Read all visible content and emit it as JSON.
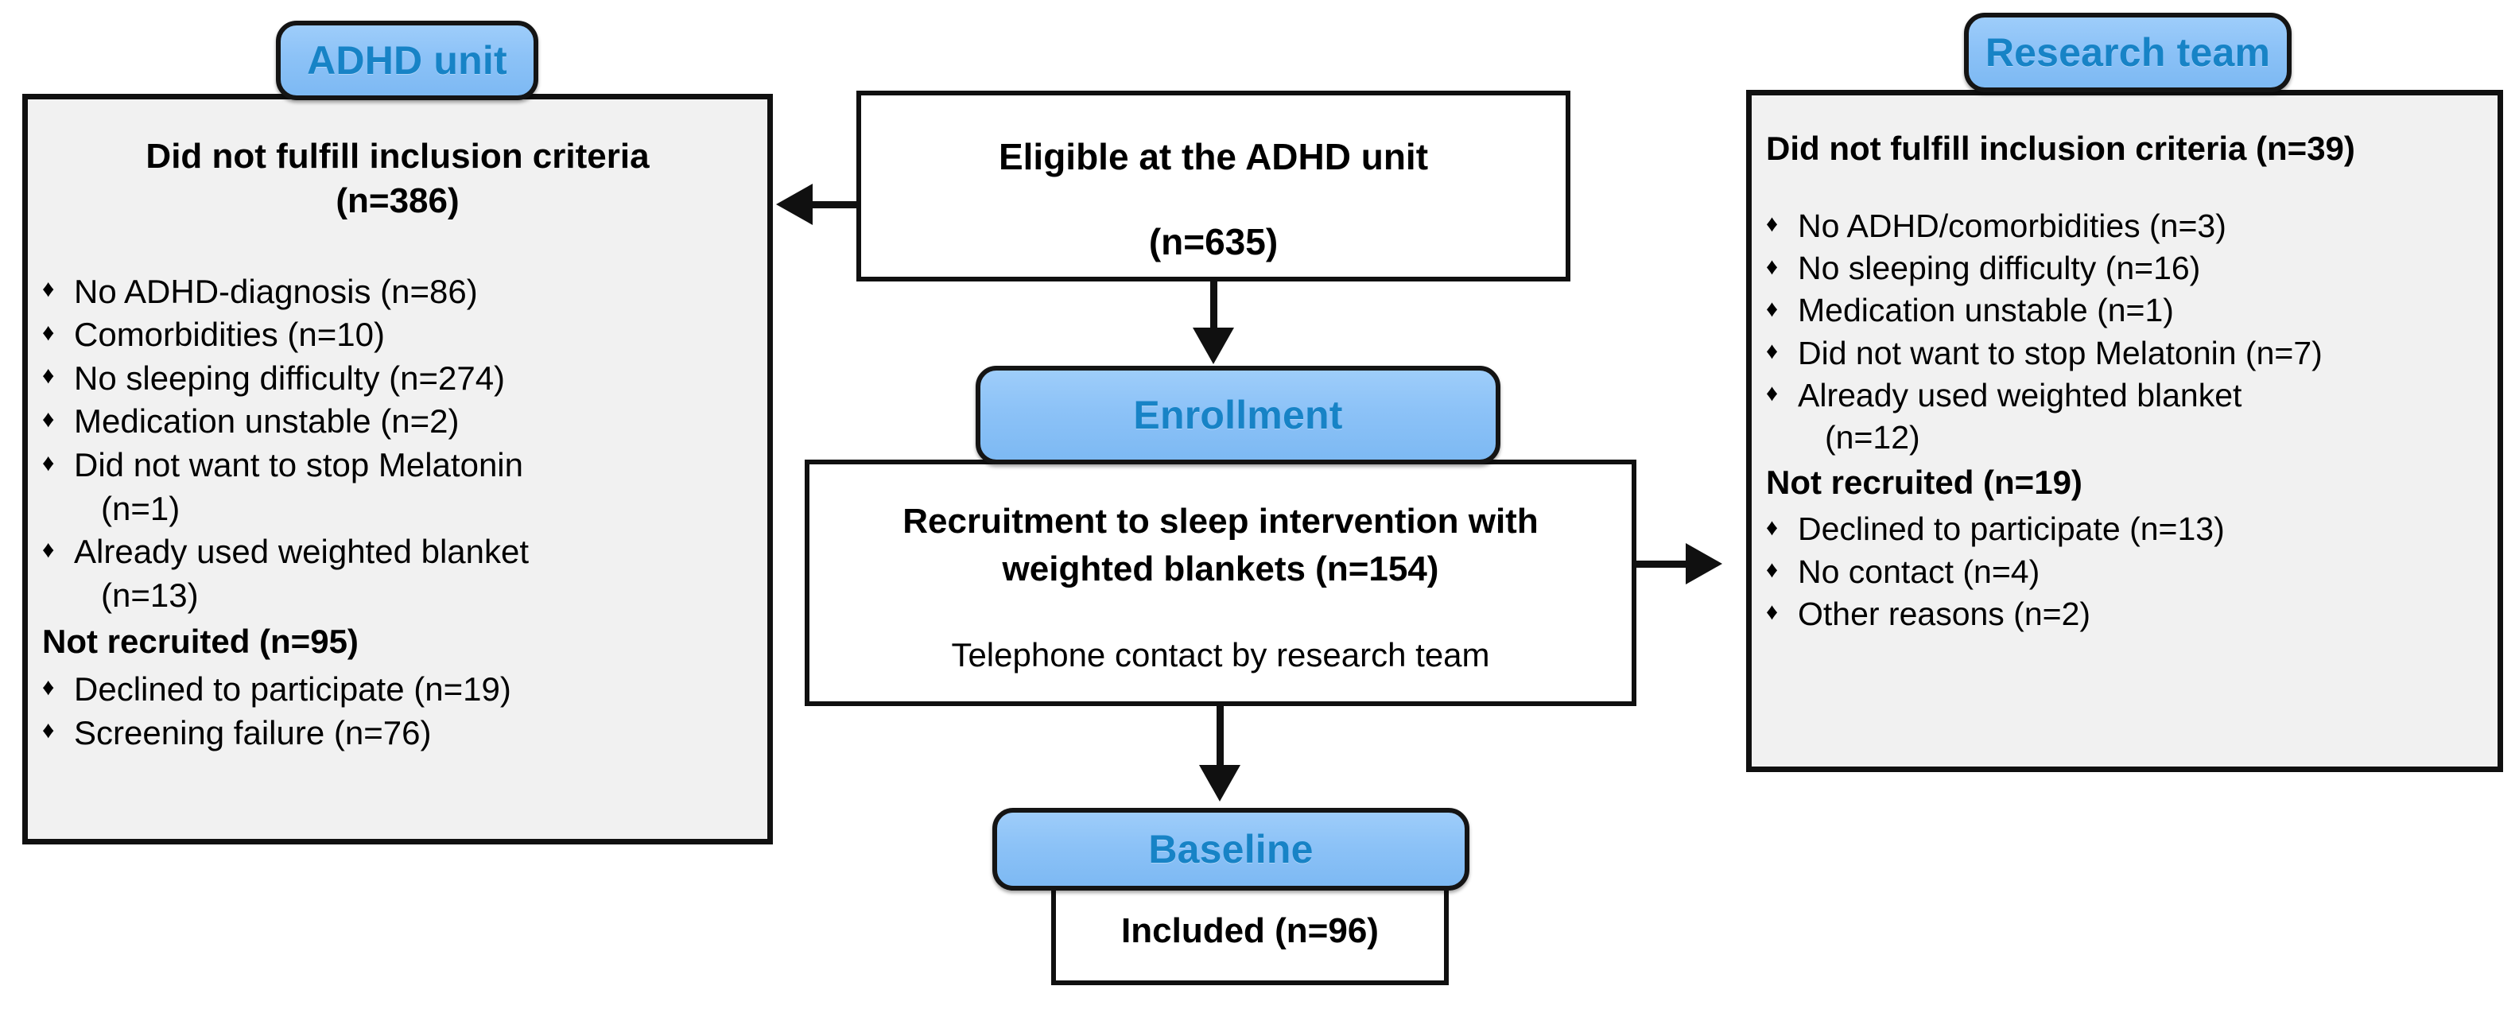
{
  "diagram": {
    "title": "ADHD weighted blanket sleep intervention CONSORT-style flow chart",
    "accent_blue_fill": "#8cc2f7",
    "accent_blue_text": "#1783c6",
    "panel_fill": "#f1f1f1",
    "border_color": "#101010",
    "bullet_glyph": "♦"
  },
  "left_panel": {
    "tab_label": "ADHD unit",
    "heading_line1": "Did not fulfill inclusion criteria",
    "heading_line2": "(n=386)",
    "items": [
      {
        "text": "No ADHD-diagnosis (n=86)",
        "cont": ""
      },
      {
        "text": "Comorbidities (n=10)",
        "cont": ""
      },
      {
        "text": "No sleeping difficulty (n=274)",
        "cont": ""
      },
      {
        "text": "Medication unstable (n=2)",
        "cont": ""
      },
      {
        "text": "Did not want to stop Melatonin",
        "cont": "(n=1)"
      },
      {
        "text": "Already used weighted blanket",
        "cont": "(n=13)"
      }
    ],
    "subheading": "Not recruited (n=95)",
    "sub_items": [
      {
        "text": "Declined to participate (n=19)",
        "cont": ""
      },
      {
        "text": "Screening failure (n=76)",
        "cont": ""
      }
    ]
  },
  "right_panel": {
    "tab_label": "Research team",
    "heading": "Did not fulfill inclusion criteria (n=39)",
    "items": [
      {
        "text": "No ADHD/comorbidities (n=3)",
        "cont": ""
      },
      {
        "text": "No sleeping difficulty (n=16)",
        "cont": ""
      },
      {
        "text": "Medication unstable (n=1)",
        "cont": ""
      },
      {
        "text": "Did not want to stop Melatonin (n=7)",
        "cont": ""
      },
      {
        "text": "Already used weighted blanket",
        "cont": "(n=12)"
      }
    ],
    "subheading": "Not recruited (n=19)",
    "sub_items": [
      {
        "text": "Declined to participate (n=13)",
        "cont": ""
      },
      {
        "text": "No contact (n=4)",
        "cont": ""
      },
      {
        "text": "Other reasons (n=2)",
        "cont": ""
      }
    ]
  },
  "center": {
    "eligible": {
      "line1": "Eligible at the ADHD unit",
      "line2": "(n=635)"
    },
    "enrollment_tab": "Enrollment",
    "recruitment": {
      "line1": "Recruitment to sleep intervention with",
      "line2": "weighted blankets (n=154)",
      "note": "Telephone contact by research team"
    },
    "baseline_tab": "Baseline",
    "baseline_box": "Included (n=96)"
  },
  "flow_counts": {
    "eligible": 635,
    "excluded_adhd_unit": 386,
    "not_recruited_adhd_unit": 95,
    "recruitment": 154,
    "excluded_research_team": 39,
    "not_recruited_research_team": 19,
    "included_baseline": 96
  }
}
